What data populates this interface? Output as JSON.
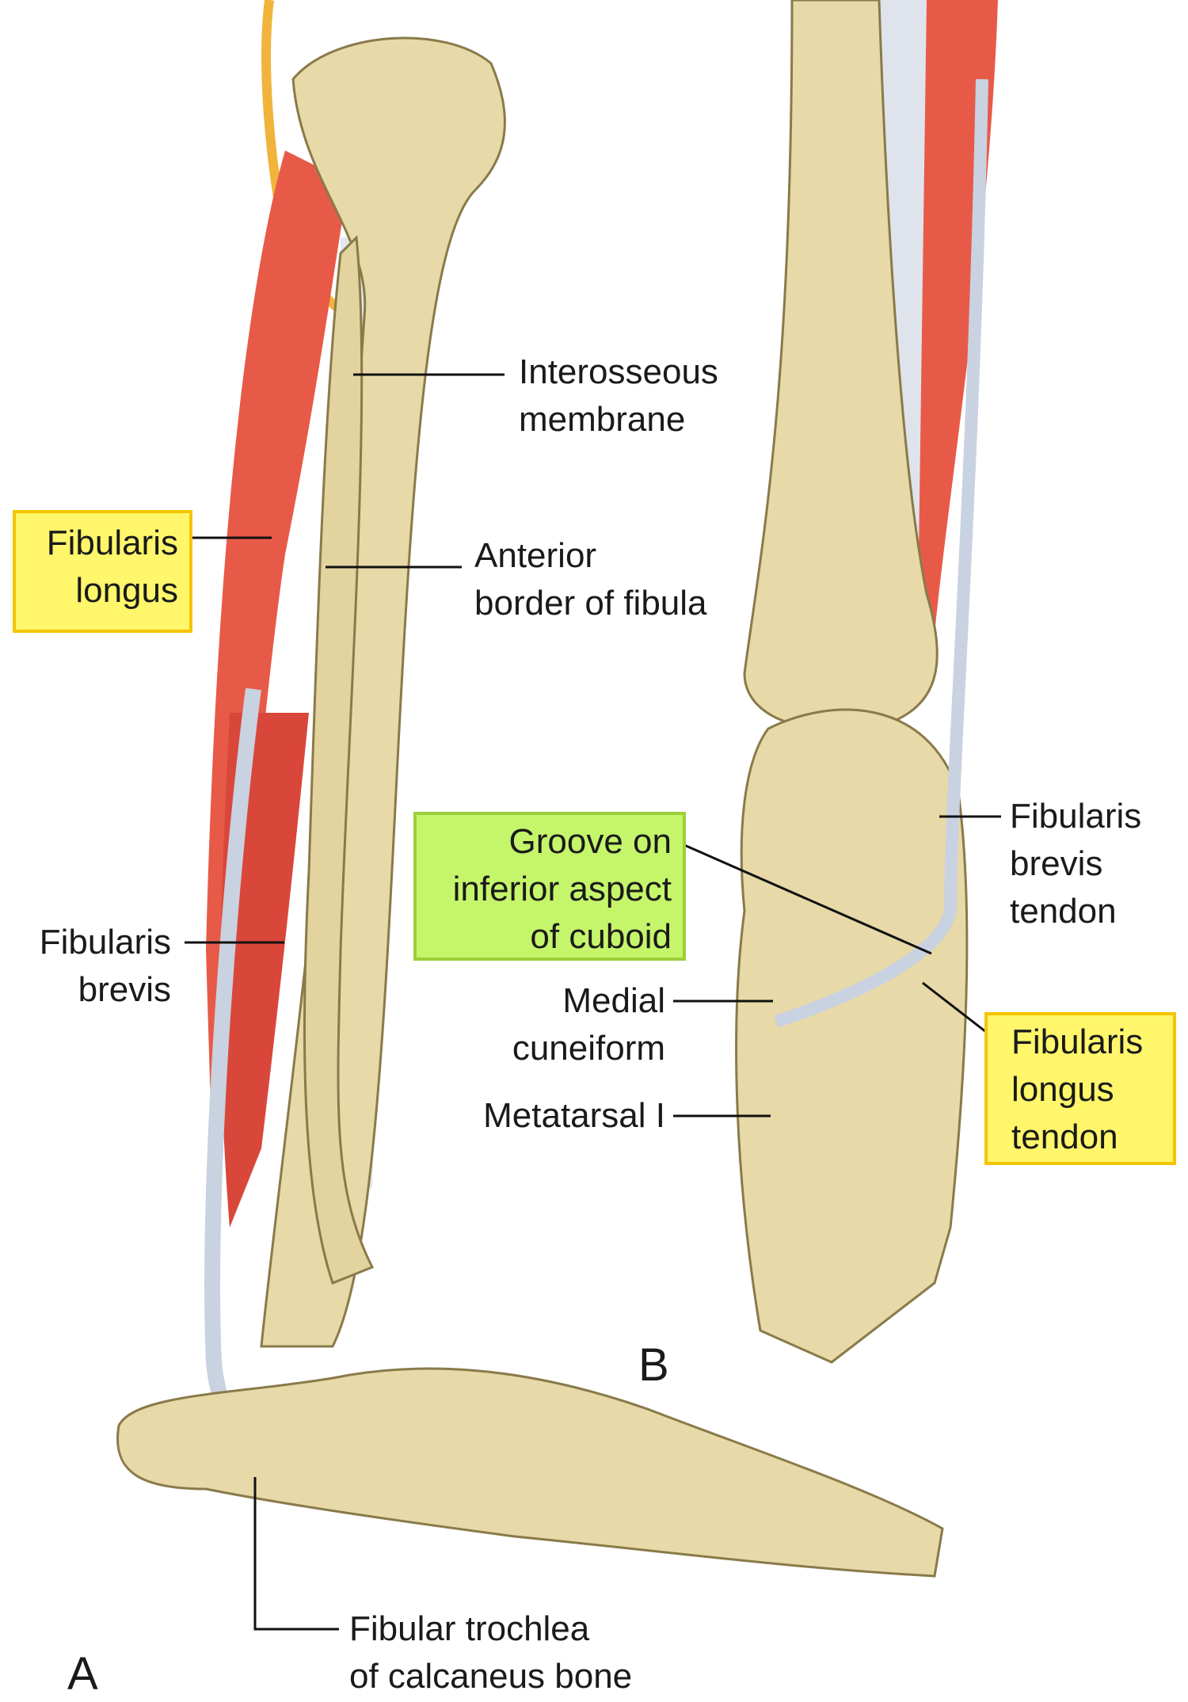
{
  "labels": {
    "interosseous_membrane": [
      "Interosseous",
      "membrane"
    ],
    "fibularis_longus": [
      "Fibularis",
      "longus"
    ],
    "anterior_border": [
      "Anterior",
      "border of fibula"
    ],
    "fibularis_brevis": [
      "Fibularis",
      "brevis"
    ],
    "groove_cuboid": [
      "Groove on",
      "inferior aspect",
      "of cuboid"
    ],
    "medial_cuneiform": [
      "Medial",
      "cuneiform"
    ],
    "metatarsal_1": "Metatarsal I",
    "fibularis_brevis_tendon": [
      "Fibularis",
      "brevis",
      "tendon"
    ],
    "fibularis_longus_tendon": [
      "Fibularis",
      "longus",
      "tendon"
    ],
    "fibular_trochlea": [
      "Fibular trochlea",
      "of calcaneus bone"
    ]
  },
  "panels": {
    "a": "A",
    "b": "B"
  },
  "colors": {
    "highlight_yellow": "#fff66b",
    "highlight_green": "#c5f56a",
    "box_border": "#f5c400"
  }
}
